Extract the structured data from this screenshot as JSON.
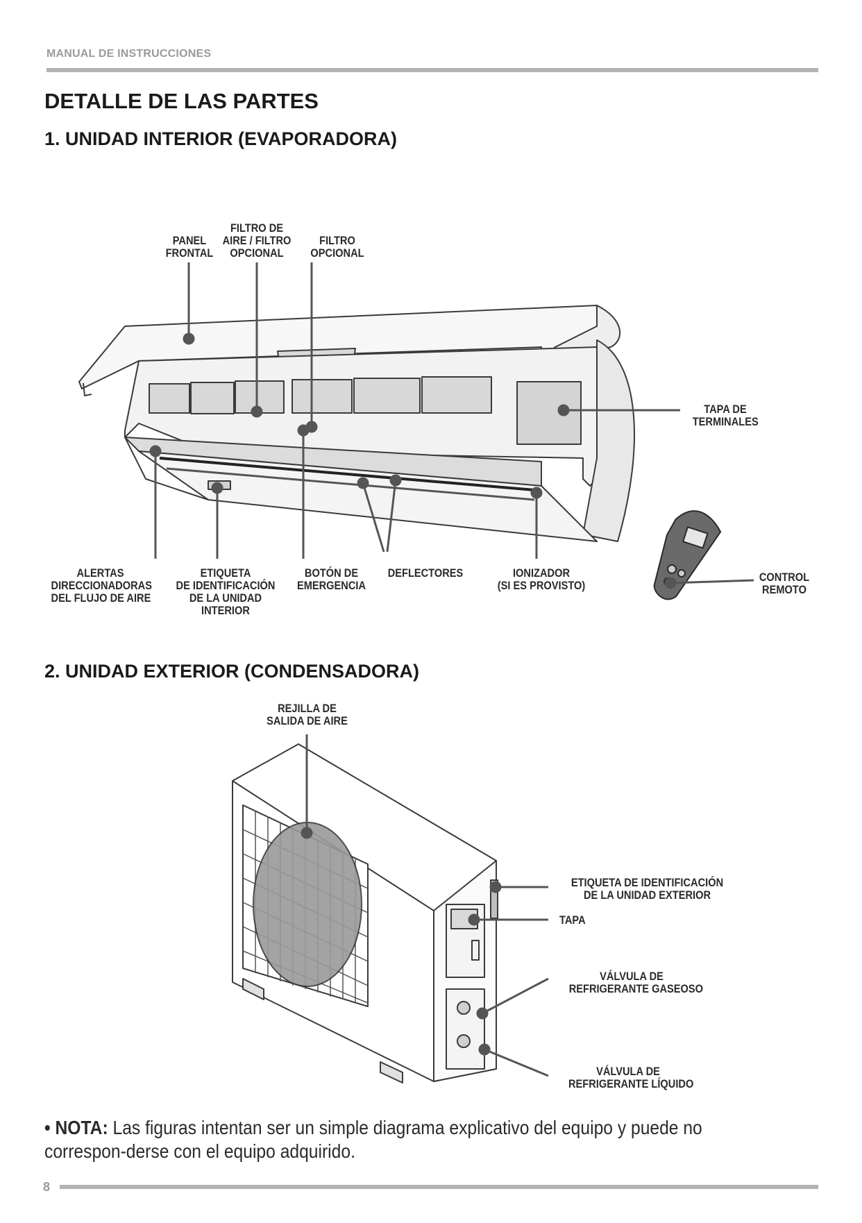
{
  "header": {
    "running_title": "MANUAL DE INSTRUCCIONES"
  },
  "title": "DETALLE DE LAS PARTES",
  "section1": {
    "heading": "1. UNIDAD INTERIOR (EVAPORADORA)",
    "labels": {
      "panel_frontal": "PANEL\nFRONTAL",
      "filtro_aire": "FILTRO DE\nAIRE / FILTRO\nOPCIONAL",
      "filtro_opcional": "FILTRO\nOPCIONAL",
      "tapa_terminales": "TAPA DE\nTERMINALES",
      "alertas": "ALERTAS\nDIRECCIONADORAS\nDEL FLUJO DE AIRE",
      "etiqueta_interior": "ETIQUETA\nDE IDENTIFICACIÓN\nDE LA UNIDAD\nINTERIOR",
      "boton_emergencia": "BOTÓN DE\nEMERGENCIA",
      "deflectores": "DEFLECTORES",
      "ionizador": "IONIZADOR\n(SI ES PROVISTO)",
      "control_remoto": "CONTROL\nREMOTO"
    }
  },
  "section2": {
    "heading": "2. UNIDAD EXTERIOR (CONDENSADORA)",
    "labels": {
      "rejilla": "REJILLA DE\nSALIDA DE AIRE",
      "etiqueta_exterior": "ETIQUETA DE IDENTIFICACIÓN\nDE LA UNIDAD EXTERIOR",
      "tapa": "TAPA",
      "valvula_gas": "VÁLVULA DE\nREFRIGERANTE GASEOSO",
      "valvula_liquido": "VÁLVULA DE\nREFRIGERANTE LÍQUIDO"
    }
  },
  "note": {
    "bullet": "•",
    "label": "NOTA:",
    "text": " Las figuras intentan ser un simple diagrama explicativo del equipo y puede no correspon-derse con el equipo adquirido."
  },
  "footer": {
    "page_number": "8"
  },
  "colors": {
    "rule": "#b3b3b3",
    "header_gray": "#9a9a9a",
    "callout": "#555555"
  }
}
